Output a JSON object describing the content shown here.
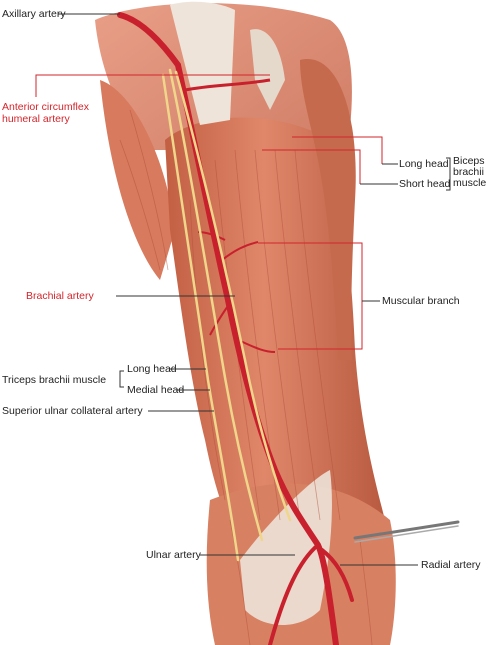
{
  "labels": {
    "axillary_artery": "Axillary artery",
    "anterior_circumflex_line1": "Anterior circumflex",
    "anterior_circumflex_line2": "humeral artery",
    "long_head_biceps": "Long head",
    "short_head_biceps": "Short head",
    "biceps_line1": "Biceps",
    "biceps_line2": "brachii",
    "biceps_line3": "muscle",
    "brachial_artery": "Brachial artery",
    "muscular_branch": "Muscular branch",
    "triceps_brachii_muscle": "Triceps brachii muscle",
    "long_head_triceps": "Long head",
    "medial_head_triceps": "Medial head",
    "superior_ulnar_collateral_artery": "Superior ulnar collateral artery",
    "ulnar_artery": "Ulnar artery",
    "radial_artery": "Radial artery"
  },
  "colors": {
    "artery_label": "#d3252b",
    "normal_label": "#222222",
    "leader_black": "#333333",
    "leader_red": "#d3252b",
    "muscle": "#d9775a",
    "muscle_dark": "#b2523a",
    "tendon": "#e9ddd2",
    "artery": "#c8202c",
    "nerve": "#f0d68a"
  }
}
